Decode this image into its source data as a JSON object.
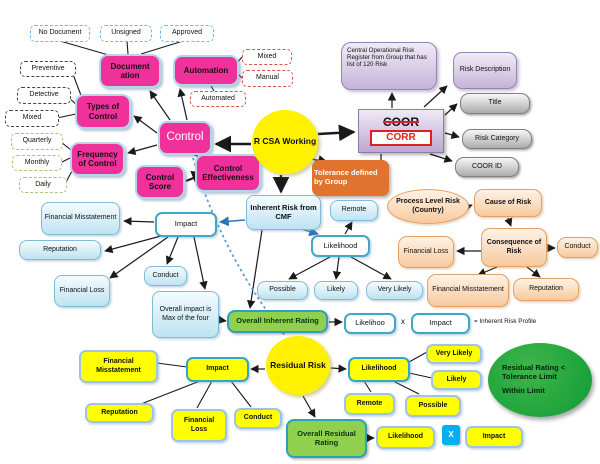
{
  "colors": {
    "pink_node": "#F0309B",
    "yellow_highlight": "#FFF100",
    "purple_node": "#C5B4D8",
    "gray_node": "#BFBFBF",
    "orange_node": "#E0732D",
    "peach_node": "#F7CA9E",
    "light_blue_node": "#BFE3F2",
    "green_rating_box": "#8FD14F",
    "green_result_ellipse": "#159C38",
    "yellow_node": "#FFFF00",
    "x_operator_box": "#00B0F0",
    "strikethrough_red": "#E02020",
    "connector_black": "#1A1A1A",
    "connector_blue": "#2E75B6",
    "dotted_blue": "#5B9BD5"
  },
  "hub": {
    "rcsa_working": "R CSA Working"
  },
  "control_branch": {
    "control": "Control",
    "documentation": "Document ation",
    "no_document": "No Document",
    "unsigned": "Unsigned",
    "approved": "Approved",
    "automation": "Automation",
    "automation_mixed": "Mixed",
    "automation_manual": "Manual",
    "automation_automated": "Automated",
    "types_of_control": "Types of Control",
    "type_preventive": "Preventive",
    "type_detective": "Detective",
    "type_mixed": "Mixed",
    "frequency_of_control": "Frequency of Control",
    "freq_quarterly": "Quarterly",
    "freq_monthly": "Monthly",
    "freq_daily": "Daily",
    "control_score": "Control Score",
    "control_effectiveness": "Control Effectiveness"
  },
  "corr_branch": {
    "register_note": "Central Operational Risk Register from Group that has list of 120 Risk",
    "coor_struck": "COOR",
    "corr": "CORR",
    "risk_description": "Risk Description",
    "title": "Title",
    "risk_category": "Risk Category",
    "coor_id": "COOR ID",
    "process_level_risk": "Process Level Risk (Country)",
    "cause_of_risk": "Cause of Risk",
    "consequence_of_risk": "Consequence of Risk",
    "conduct": "Conduct",
    "financial_loss": "Financial Loss",
    "financial_misstatement": "Financial Misstatement",
    "reputation": "Reputation"
  },
  "tolerance_note": "Tolerance defined by Group",
  "inherent_branch": {
    "inherent_risk_cmf": "Inherent Risk from CMF",
    "impact": "Impact",
    "financial_misstatement": "Financial Misstatement",
    "reputation": "Reputation",
    "financial_loss": "Financial Loss",
    "conduct": "Conduct",
    "overall_impact_note": "Overall impact is Max of the four",
    "likelihood": "Likelihood",
    "remote": "Remote",
    "possible": "Possible",
    "likely": "Likely",
    "very_likely": "Very Likely",
    "overall_rating": "Overall Inherent Rating",
    "formula_likelihood": "Likelihoo",
    "formula_x": "x",
    "formula_impact": "Impact",
    "formula_result": "= Inherent Risk Profile"
  },
  "residual_branch": {
    "residual_risk": "Residual Risk",
    "impact": "Impact",
    "financial_misstatement": "Financial Misstatement",
    "reputation": "Reputation",
    "financial_loss": "Financial Loss",
    "conduct": "Conduct",
    "likelihood": "Likelihood",
    "very_likely": "Very Likely",
    "likely": "Likely",
    "remote": "Remote",
    "possible": "Possible",
    "overall_rating": "Overall Residual Rating",
    "formula_likelihood": "Likelihood",
    "formula_x": "X",
    "formula_impact": "Impact",
    "outcome_line1": "Residual Rating < Tolerance Limit",
    "outcome_line2": "Within Limit"
  }
}
